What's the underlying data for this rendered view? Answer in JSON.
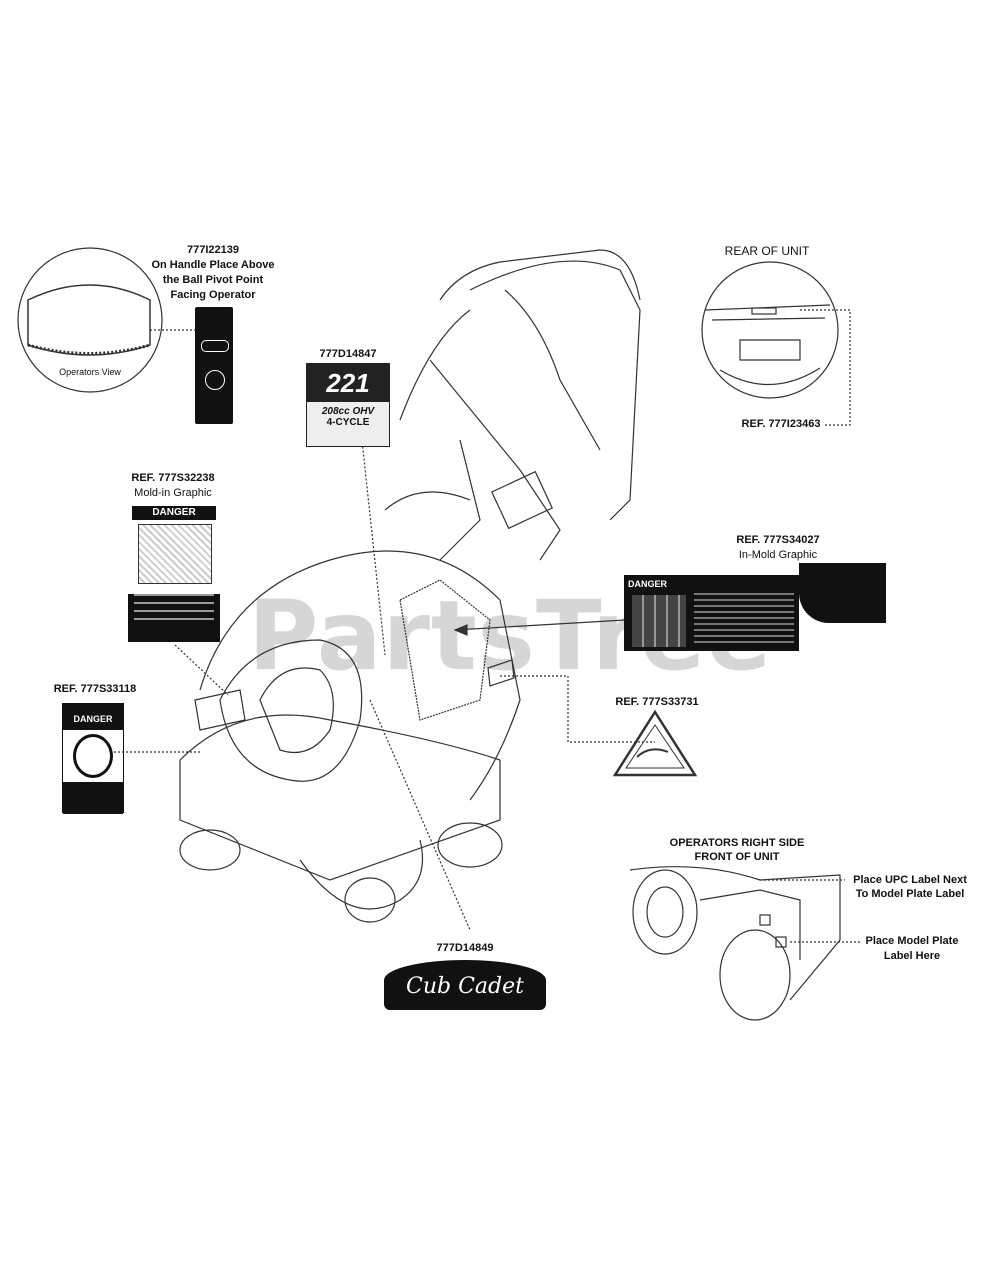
{
  "watermark": "PartsTree",
  "handle_label": {
    "part": "777I22139",
    "line1": "On Handle Place Above",
    "line2": "the Ball Pivot Point",
    "line3": "Facing Operator",
    "inset_caption": "Operators View"
  },
  "engine_label": {
    "part": "777D14847",
    "badge_big": "221",
    "badge_cc": "208cc OHV",
    "badge_cycle": "4-CYCLE"
  },
  "rear_label": {
    "heading": "REAR OF UNIT",
    "part": "REF. 777I23463"
  },
  "mold_graphic_left": {
    "part": "REF. 777S32238",
    "sub": "Mold-in Graphic",
    "banner": "DANGER"
  },
  "in_mold_graphic_right": {
    "part": "REF.  777S34027",
    "sub": "In-Mold Graphic",
    "banner": "DANGER"
  },
  "left_decal": {
    "part": "REF. 777S33118",
    "banner": "DANGER"
  },
  "triangle_decal": {
    "part": "REF. 777S33731"
  },
  "brand_decal": {
    "part": "777D14849",
    "logo_text": "Cub Cadet"
  },
  "right_side": {
    "heading1": "OPERATORS RIGHT SIDE",
    "heading2": "FRONT OF UNIT",
    "upc1": "Place UPC Label Next",
    "upc2": "To Model Plate Label",
    "model1": "Place Model Plate",
    "model2": "Label Here"
  }
}
